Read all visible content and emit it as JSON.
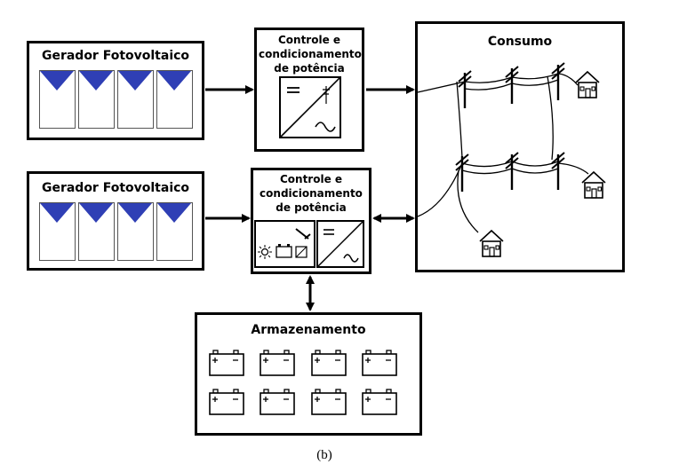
{
  "diagram": {
    "pv_generator_1": {
      "title": "Gerador Fotovoltaico"
    },
    "pv_generator_2": {
      "title": "Gerador Fotovoltaico"
    },
    "power_control_1": {
      "title": "Controle e condicionamento de potência"
    },
    "power_control_2": {
      "title": "Controle e condicionamento de potência"
    },
    "consumption": {
      "title": "Consumo"
    },
    "storage": {
      "title": "Armazenamento"
    },
    "caption": "(b)"
  },
  "colors": {
    "panel_triangle": "#2f3fb5",
    "stroke": "#000000"
  },
  "icons": [
    "dc-ac-converter-icon",
    "sun-icon",
    "battery-icon",
    "charge-controller-icon",
    "house-icon",
    "utility-pole-icon"
  ]
}
